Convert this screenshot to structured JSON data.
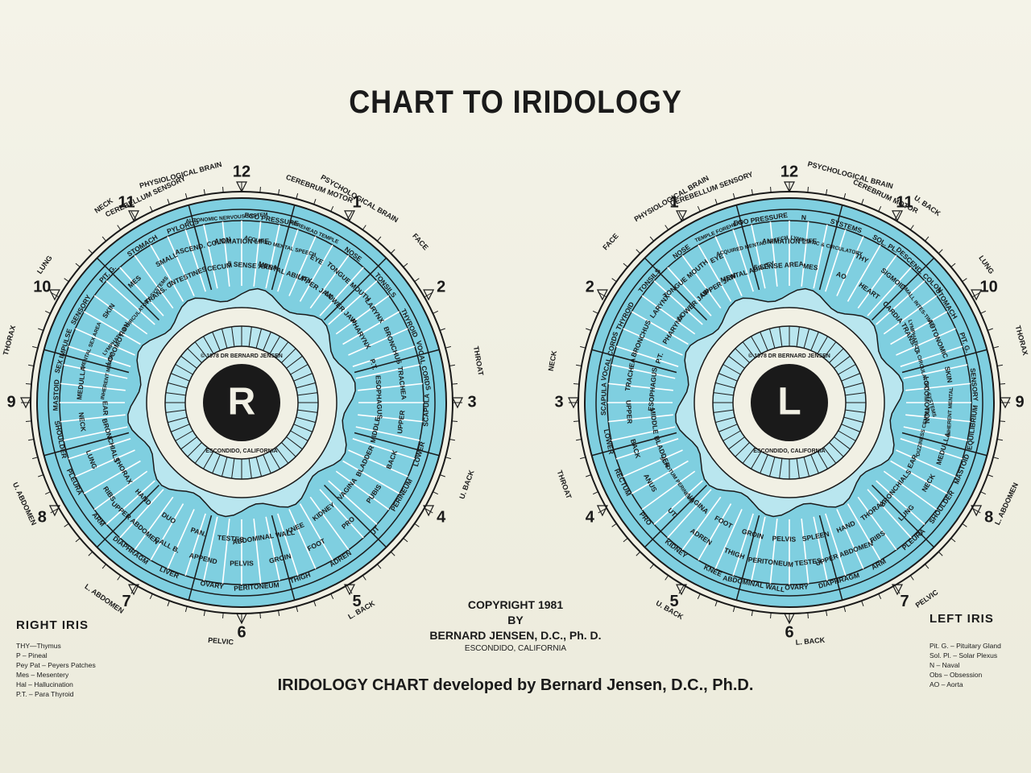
{
  "title": "CHART TO IRIDOLOGY",
  "footer": "IRIDOLOGY CHART developed by Bernard Jensen, D.C., Ph.D.",
  "copyright": {
    "line1": "COPYRIGHT 1981",
    "line2": "BY",
    "line3": "BERNARD JENSEN, D.C., Ph. D.",
    "line4": "ESCONDIDO, CALIFORNIA"
  },
  "colors": {
    "iris_blue": "#7fcfe0",
    "light_blue": "#b9e6ef",
    "paper": "#f1f0e4",
    "ink": "#1a1a1a"
  },
  "right_iris": {
    "label": "RIGHT IRIS",
    "pupil_letter": "R",
    "pupil_ring_text_top": "© 1978 DR BERNARD JENSEN",
    "pupil_ring_text_bottom": "ESCONDIDO, CALIFORNIA",
    "legend": [
      "THY—Thymus",
      "P – Pineal",
      "Pey Pat – Peyers Patches",
      "Mes – Mesentery",
      "Hal – Hallucination",
      "P.T. – Para Thyroid"
    ],
    "clock_numbers": [
      "12",
      "1",
      "2",
      "3",
      "4",
      "5",
      "6",
      "7",
      "8",
      "9",
      "10",
      "11"
    ],
    "outer_labels": [
      "CEREBELLUM SENSORY",
      "PHYSIOLOGICAL BRAIN",
      "CEREBRUM MOTOR",
      "PSYCHOLOGICAL BRAIN",
      "FACE",
      "THROAT",
      "U. BACK",
      "L. BACK",
      "PELVIC",
      "L. ABDOMEN",
      "U. ABDOMEN",
      "THORAX",
      "LUNG",
      "NECK"
    ],
    "sector_labels": [
      "ANIMATION LIFE",
      "5 SENSE AREA",
      "EGO PRESSURE",
      "ACQUIRED MENTAL SPEECH",
      "MENTAL ABILITY",
      "FOREHEAD TEMPLE",
      "EYE",
      "UPPER JAW",
      "NOSE",
      "TONGUE MOUTH",
      "LOWER JAW",
      "TONSILS",
      "LARYNX",
      "PHARYNX",
      "THYROID",
      "BRONCHUS",
      "P.T.",
      "VOCAL CORDS",
      "TRACHEA",
      "ESOPHAGUS",
      "SCAPULA",
      "UPPER",
      "MIDDLE",
      "LOWER",
      "BACK",
      "BLADDER",
      "PERINEUM",
      "PUBIS",
      "VAGINA",
      "UT",
      "PRO",
      "KIDNEY",
      "ADREN",
      "FOOT",
      "KNEE",
      "THIGH",
      "GROIN",
      "ABDOMINAL WALL",
      "PERITONEUM",
      "PELVIS",
      "TESTES",
      "OVARY",
      "APPEND",
      "PAN.",
      "LIVER",
      "GALL B.",
      "DUO",
      "DIAPHRAGM",
      "UPPER ABDOMEN",
      "HAND",
      "ARM",
      "RIBS",
      "THORAX",
      "PLEURA",
      "LUNG",
      "BRONCHIALS",
      "SHOULDER",
      "NECK",
      "EAR",
      "MASTOID",
      "MEDULLA",
      "INHERENT MENTAL",
      "SEX IMPULSE",
      "MENTAL SEX AREA",
      "LOCOMOTION",
      "SENSORY",
      "SKIN",
      "LYMPHATIC & CIRCULATORY SYSTEMS",
      "PIT. G.",
      "MES",
      "TRANS. C.",
      "STOMACH",
      "SMALL",
      "INTESTINES",
      "PYLORUS",
      "ASCEND. COLON",
      "CECUM",
      "AUTONOMIC NERVOUS SYSTEM"
    ]
  },
  "left_iris": {
    "label": "LEFT IRIS",
    "pupil_letter": "L",
    "pupil_ring_text_top": "© 1978 DR BERNARD JENSEN",
    "pupil_ring_text_bottom": "ESCONDIDO, CALIFORNIA",
    "legend": [
      "Pit. G. – Pituitary Gland",
      "Sol. Pl. – Solar Plexus",
      "N – Naval",
      "Obs – Obsession",
      "AO – Aorta"
    ],
    "clock_numbers": [
      "12",
      "1",
      "2",
      "3",
      "4",
      "5",
      "6",
      "7",
      "8",
      "9",
      "10",
      "11"
    ],
    "outer_labels": [
      "CEREBRUM MOTOR",
      "PSYCHOLOGICAL BRAIN",
      "CEREBELLUM SENSORY",
      "PHYSIOLOGICAL BRAIN",
      "FACE",
      "NECK",
      "THROAT",
      "U. BACK",
      "L. BACK",
      "PELVIC",
      "L. ABDOMEN",
      "THORAX",
      "LUNG",
      "U. BACK"
    ],
    "sector_labels": [
      "ANIMATION LIFE",
      "5 SENSE AREA",
      "EGO PRESSURE",
      "ACQUIRED MENTAL SPEECH",
      "MENTAL ABILITY",
      "TEMPLE FOREHEAD",
      "EYE",
      "UPPER JAW",
      "NOSE",
      "TONGUE MOUTH",
      "LOWER JAW",
      "TONSILS",
      "LARYNX",
      "PHARYNX",
      "THYROID",
      "BRONCHUS",
      "P.T.",
      "VOCAL CORDS",
      "TRACHEA",
      "ESOPHAGUS",
      "SCAPULA",
      "UPPER",
      "MIDDLE",
      "LOWER",
      "BACK",
      "BLADDER",
      "RECTUM",
      "ANUS",
      "SCROTUM PERINEUM",
      "PRO",
      "UT.",
      "VAGINA",
      "KIDNEY",
      "ADREN",
      "FOOT",
      "KNEE",
      "THIGH",
      "GROIN",
      "ABDOMINAL WALL",
      "PERITONEUM",
      "PELVIS",
      "OVARY",
      "TESTES",
      "SPLEEN",
      "DIAPHRAGM",
      "UPPER ABDOMEN",
      "HAND",
      "ARM",
      "RIBS",
      "THORAX",
      "PLEURA",
      "LUNG",
      "BRONCHIALS",
      "SHOULDER",
      "NECK",
      "EAR",
      "MASTOID",
      "MEDULLA",
      "DIZZINESS CENTER",
      "EQUILIBRIUM",
      "INHERENT MENTAL",
      "LOCOMOTION",
      "SENSORY",
      "SKIN",
      "LYMPHATIC & CIRCULATORY SYSTEMS",
      "PIT. G.",
      "AUTONOMIC",
      "TRANS. C.",
      "STOMACH",
      "SMALL INTES-TINES",
      "CARDIA",
      "DESCEND. COLON",
      "SIGMOID",
      "HEART",
      "SOL. PL.",
      "THY",
      "AO",
      "SYSTEMS",
      "LYMPHATIC & CIRCULATORY",
      "MES",
      "N"
    ]
  }
}
